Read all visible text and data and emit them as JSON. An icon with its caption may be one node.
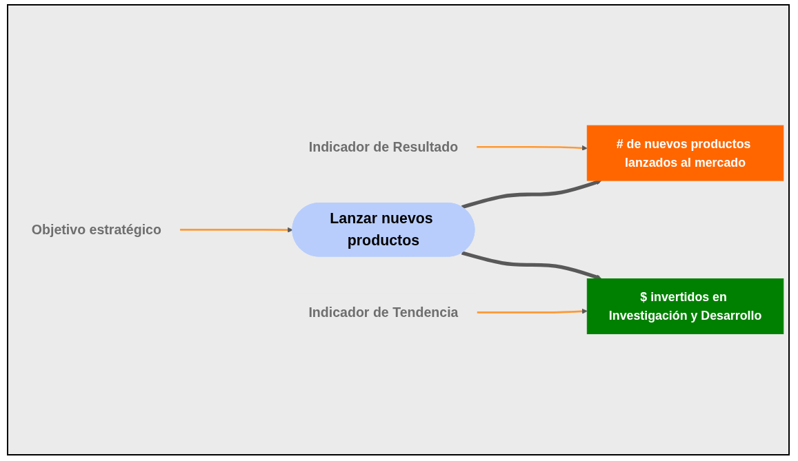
{
  "diagram": {
    "nodes": [
      {
        "text": [
          "Indicador de Resultado"
        ]
      },
      {
        "text": [
          "# de nuevos productos lanzados al mercado"
        ]
      },
      {
        "text": [
          "Lanzar nuevos productos"
        ]
      },
      {
        "text": [
          "$ invertidos en Investigación y Desarrollo"
        ]
      },
      {
        "text": [
          "Objetivo estratégico"
        ]
      },
      {
        "text": [
          "Indicador de Tendencia"
        ]
      }
    ],
    "edges": [
      {
        "from": 0,
        "to": 1,
        "arrow": "to"
      },
      {
        "from": 2,
        "to": 1,
        "arrow": "to",
        "style": "thick",
        "color": "#595959"
      },
      {
        "from": 2,
        "to": 3,
        "arrow": "to",
        "style": "thick",
        "color": "#595959"
      },
      {
        "from": 4,
        "to": 2,
        "arrow": "to"
      },
      {
        "from": 5,
        "to": 3,
        "arrow": "to"
      }
    ]
  }
}
